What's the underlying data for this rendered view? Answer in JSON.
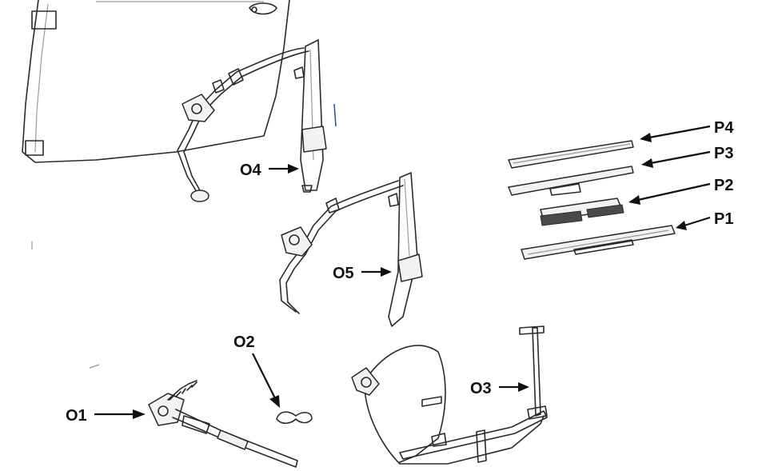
{
  "labels": {
    "o1": "O1",
    "o2": "O2",
    "o3": "O3",
    "o4": "O4",
    "o5": "O5",
    "p1": "P1",
    "p2": "P2",
    "p3": "P3",
    "p4": "P4"
  },
  "colors": {
    "line": "#2a2a2a",
    "label": "#111111",
    "background": "#ffffff"
  }
}
